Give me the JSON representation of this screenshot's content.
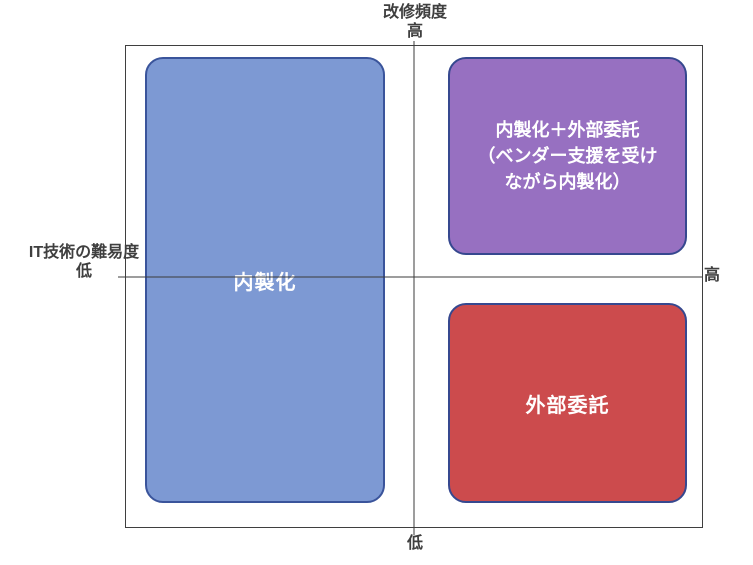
{
  "diagram": {
    "type": "quadrant-matrix",
    "axes": {
      "vertical": {
        "title": "改修頻度",
        "top": "高",
        "bottom": "低"
      },
      "horizontal": {
        "title": "IT技術の難易度",
        "left": "低",
        "right": "高"
      }
    },
    "quadrants": {
      "inhouse": {
        "label": "内製化",
        "position": "left-full-height",
        "fill": "#7D99D3",
        "border": "#3A549B"
      },
      "hybrid": {
        "lines": [
          "内製化＋外部委託",
          "（ベンダー支援を受け",
          "ながら内製化）"
        ],
        "position": "top-right",
        "fill": "#9770C1",
        "border": "#36488F"
      },
      "outsource": {
        "label": "外部委託",
        "position": "bottom-right",
        "fill": "#CC4B4D",
        "border": "#36488F"
      }
    },
    "colors": {
      "axis_line": "#969696",
      "frame_border": "#3f3f3f",
      "label_text": "#3f3f3f",
      "background": "#ffffff",
      "box_text": "#ffffff"
    }
  }
}
